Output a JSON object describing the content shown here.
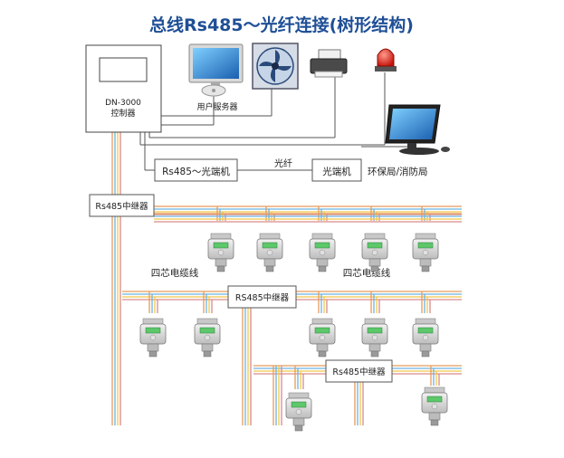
{
  "title": "总线Rs485～光纤连接(树形结构)",
  "controller": {
    "model": "DN-3000",
    "label": "控制器"
  },
  "user_server_label": "用户服务器",
  "converter_label": "Rs485～光端机",
  "fiber_label": "光纤",
  "optical_terminal_label": "光端机",
  "agency_label": "环保局/消防局",
  "repeater_top_label": "Rs485中继器",
  "repeater_mid_label": "RS485中继器",
  "repeater_bottom_label": "Rs485中继器",
  "cable_label_left": "四芯电缆线",
  "cable_label_right": "四芯电缆线",
  "icons": [
    "monitor-icon",
    "fan-icon",
    "printer-icon",
    "alarm-light-icon",
    "desktop-monitor-icon",
    "gas-detector-icon"
  ],
  "bus_colors": [
    "#e89a5a",
    "#6bb3e0",
    "#f0c84a",
    "#d98a8a"
  ]
}
